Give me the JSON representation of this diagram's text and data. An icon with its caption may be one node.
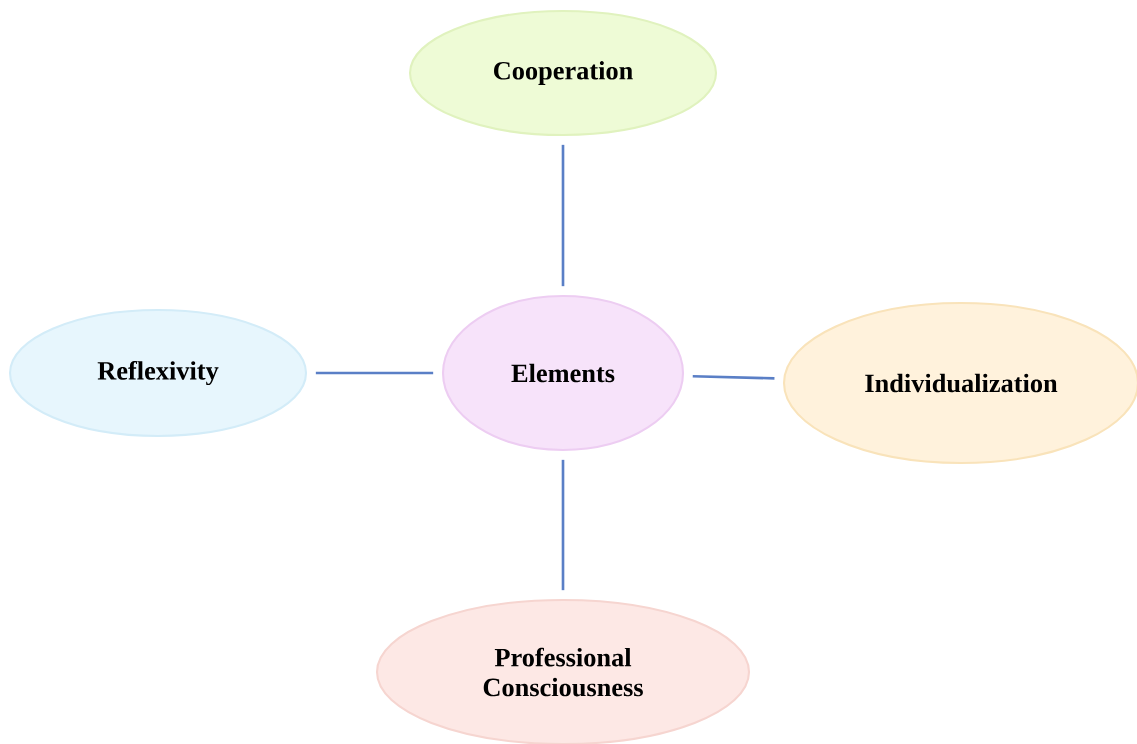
{
  "diagram": {
    "nodes": [
      {
        "text": [
          "Cooperation"
        ]
      },
      {
        "text": [
          "Reflexivity"
        ]
      },
      {
        "text": [
          "Elements"
        ]
      },
      {
        "text": [
          "Individualization"
        ]
      },
      {
        "text": [
          "Professional Consciousness"
        ]
      }
    ],
    "edges": [
      {
        "from": 2,
        "to": 0,
        "arrow": "none"
      },
      {
        "from": 2,
        "to": 1,
        "arrow": "none"
      },
      {
        "from": 2,
        "to": 3,
        "arrow": "none"
      },
      {
        "from": 2,
        "to": 4,
        "arrow": "none"
      }
    ]
  }
}
